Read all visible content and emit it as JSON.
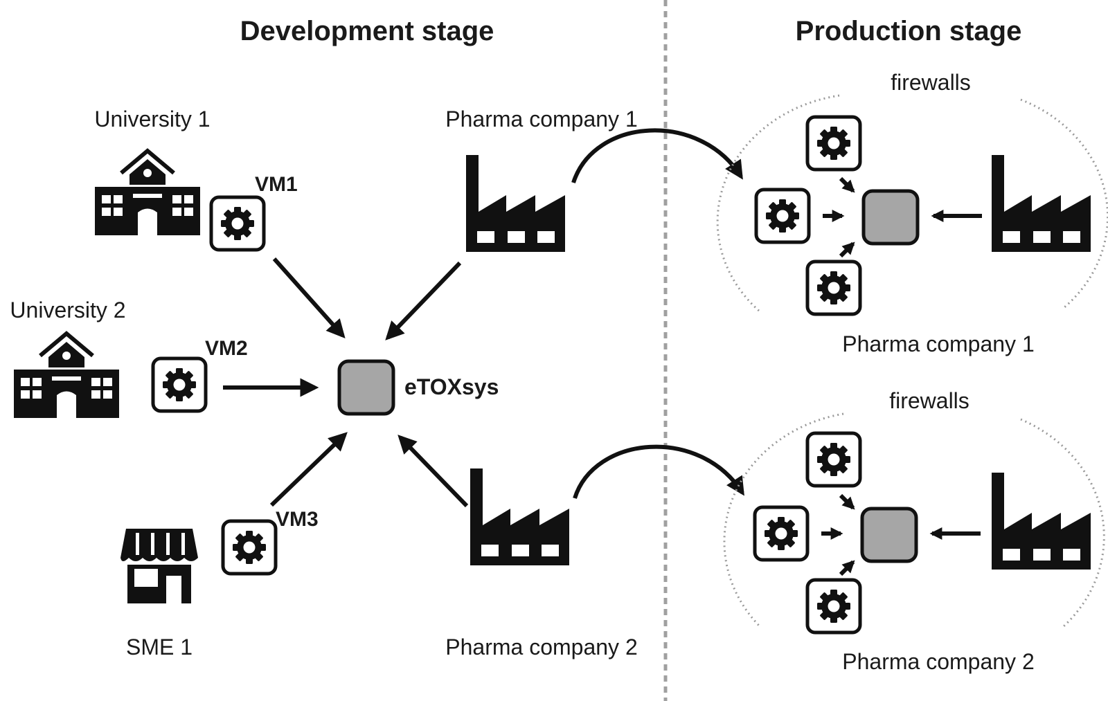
{
  "headings": {
    "development": "Development stage",
    "production": "Production stage"
  },
  "development": {
    "university1": "University 1",
    "university2": "University 2",
    "sme1": "SME 1",
    "pharma1": "Pharma company 1",
    "pharma2": "Pharma company 2",
    "vm1": "VM1",
    "vm2": "VM2",
    "vm3": "VM3",
    "hub": "eTOXsys"
  },
  "production": {
    "site1": {
      "firewall": "firewalls",
      "company": "Pharma company 1"
    },
    "site2": {
      "firewall": "firewalls",
      "company": "Pharma company 2"
    }
  },
  "icons": [
    "school-icon",
    "shop-icon",
    "factory-icon",
    "gear-icon",
    "server-box-icon"
  ],
  "colors": {
    "ink": "#111111",
    "hub_fill": "#a6a6a6",
    "divider": "#a0a0a0",
    "firewall": "#999999"
  }
}
